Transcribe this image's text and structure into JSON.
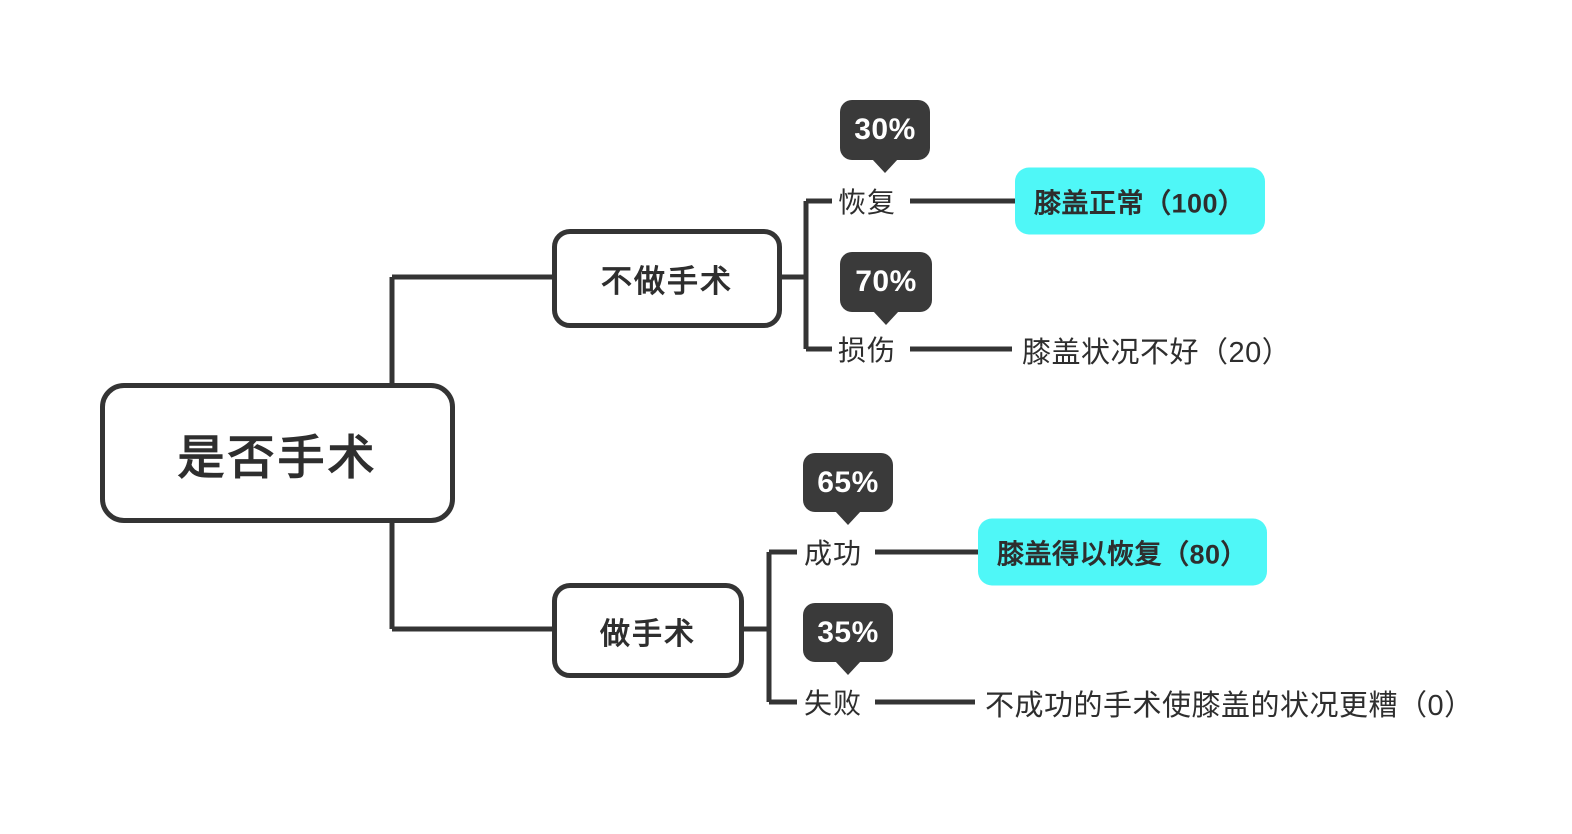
{
  "diagram": {
    "type": "decision-tree",
    "title": "是否手术",
    "background_color": "#ffffff",
    "line_color": "#343434",
    "badge_color": "#3A3A3A",
    "highlight_color": "#4FF7F7",
    "root": {
      "label": "是否手术"
    },
    "branches": [
      {
        "id": "no-surgery",
        "label": "不做手术",
        "outcomes": [
          {
            "id": "recover",
            "branch_label": "恢复",
            "probability": "30%",
            "result_label": "膝盖正常（100）",
            "value": 100,
            "highlighted": true
          },
          {
            "id": "damage",
            "branch_label": "损伤",
            "probability": "70%",
            "result_label": "膝盖状况不好（20）",
            "value": 20,
            "highlighted": false
          }
        ]
      },
      {
        "id": "surgery",
        "label": "做手术",
        "outcomes": [
          {
            "id": "success",
            "branch_label": "成功",
            "probability": "65%",
            "result_label": "膝盖得以恢复（80）",
            "value": 80,
            "highlighted": true
          },
          {
            "id": "failure",
            "branch_label": "失败",
            "probability": "35%",
            "result_label": "不成功的手术使膝盖的状况更糟（0）",
            "value": 0,
            "highlighted": false
          }
        ]
      }
    ]
  }
}
